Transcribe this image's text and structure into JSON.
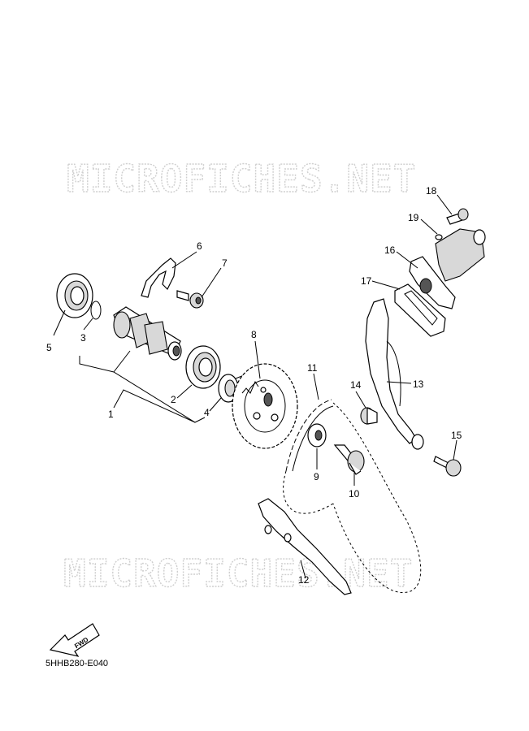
{
  "watermark": {
    "text": "MICROFICHES.NET"
  },
  "parts": [
    {
      "number": "1"
    },
    {
      "number": "2"
    },
    {
      "number": "3"
    },
    {
      "number": "4"
    },
    {
      "number": "5"
    },
    {
      "number": "6"
    },
    {
      "number": "7"
    },
    {
      "number": "8"
    },
    {
      "number": "9"
    },
    {
      "number": "10"
    },
    {
      "number": "11"
    },
    {
      "number": "12"
    },
    {
      "number": "13"
    },
    {
      "number": "14"
    },
    {
      "number": "15"
    },
    {
      "number": "16"
    },
    {
      "number": "17"
    },
    {
      "number": "18"
    },
    {
      "number": "19"
    }
  ],
  "fwd_arrow": {
    "label": "FWD"
  },
  "diagram_code": "5HHB280-E040"
}
